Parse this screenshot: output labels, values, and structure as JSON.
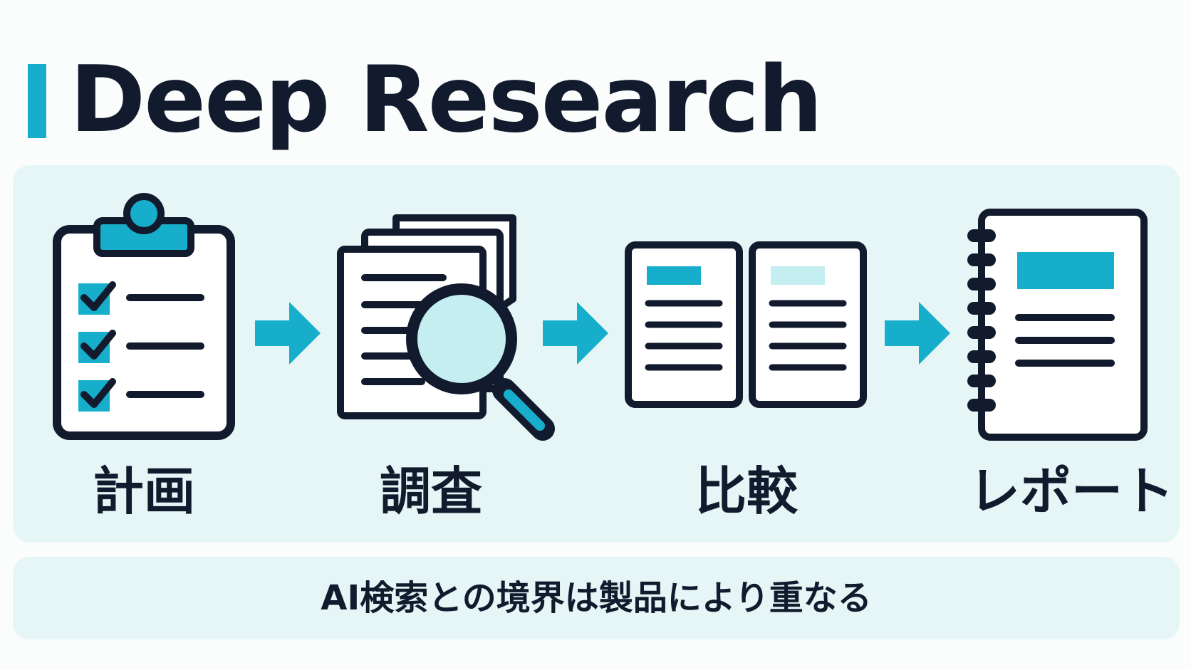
{
  "title": "Deep Research",
  "steps": [
    {
      "label": "計画",
      "icon": "clipboard-checklist-icon"
    },
    {
      "label": "調査",
      "icon": "documents-magnifier-icon"
    },
    {
      "label": "比較",
      "icon": "side-by-side-documents-icon"
    },
    {
      "label": "レポート",
      "icon": "spiral-notebook-report-icon"
    }
  ],
  "note": "AI検索との境界は製品により重なる",
  "colors": {
    "accent": "#17aecb",
    "accent_light": "#c4eef0",
    "ink": "#121a2e",
    "panel": "#e6f6f6",
    "background": "#fbfcfc"
  }
}
